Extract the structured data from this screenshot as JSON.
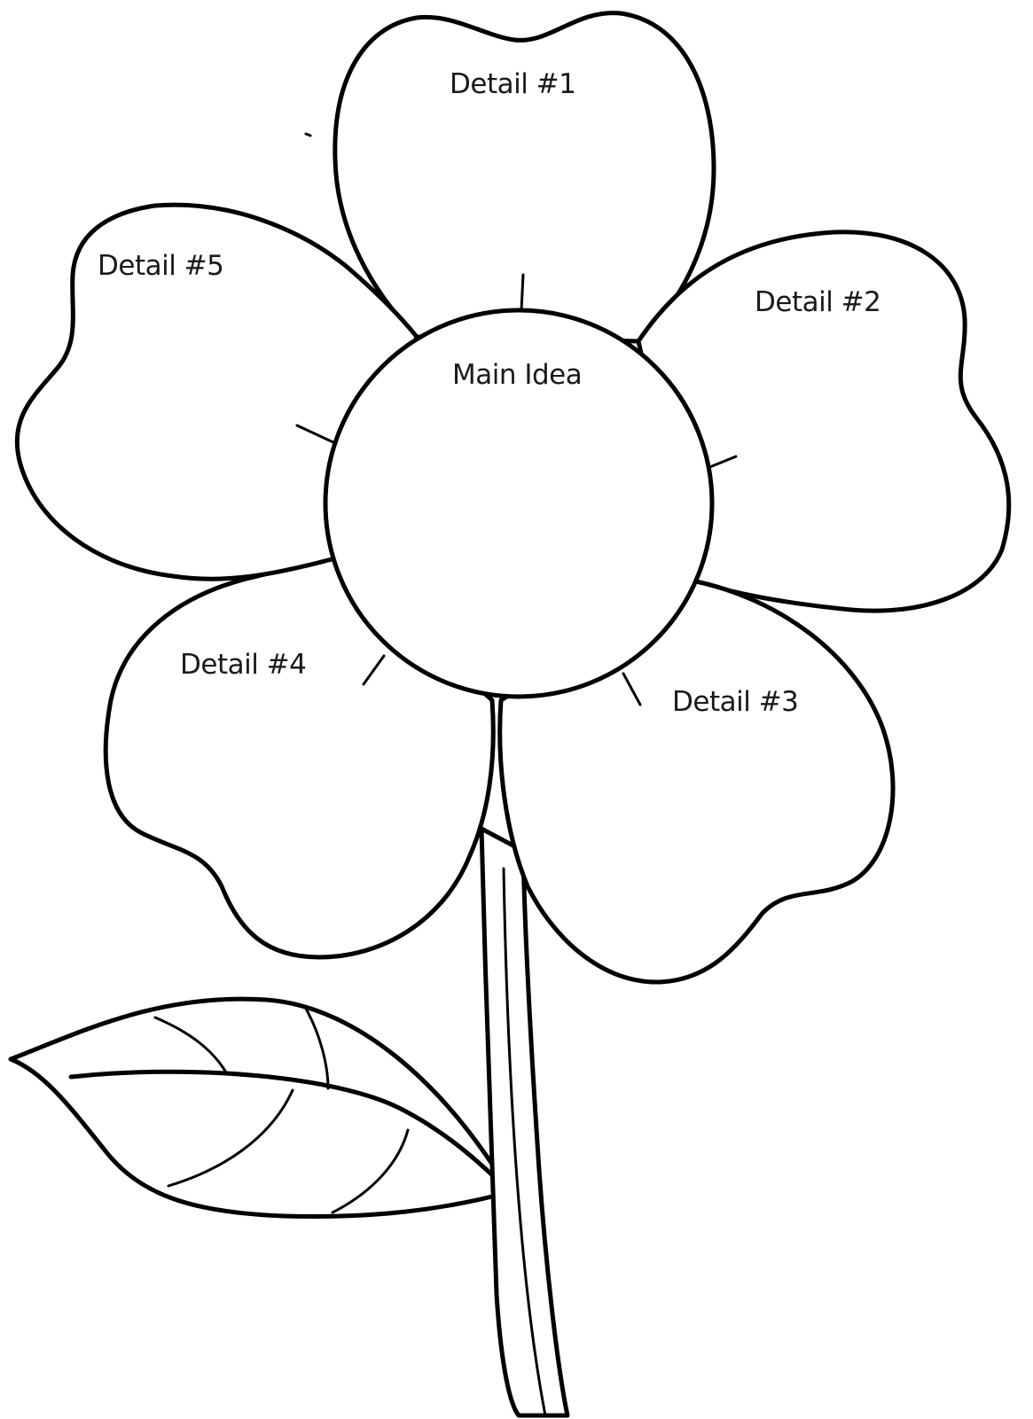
{
  "organizer": {
    "main_idea": "Main Idea",
    "details": [
      "Detail #1",
      "Detail #2",
      "Detail #3",
      "Detail #4",
      "Detail #5"
    ]
  },
  "colors": {
    "stroke": "#000000",
    "background": "#ffffff"
  }
}
